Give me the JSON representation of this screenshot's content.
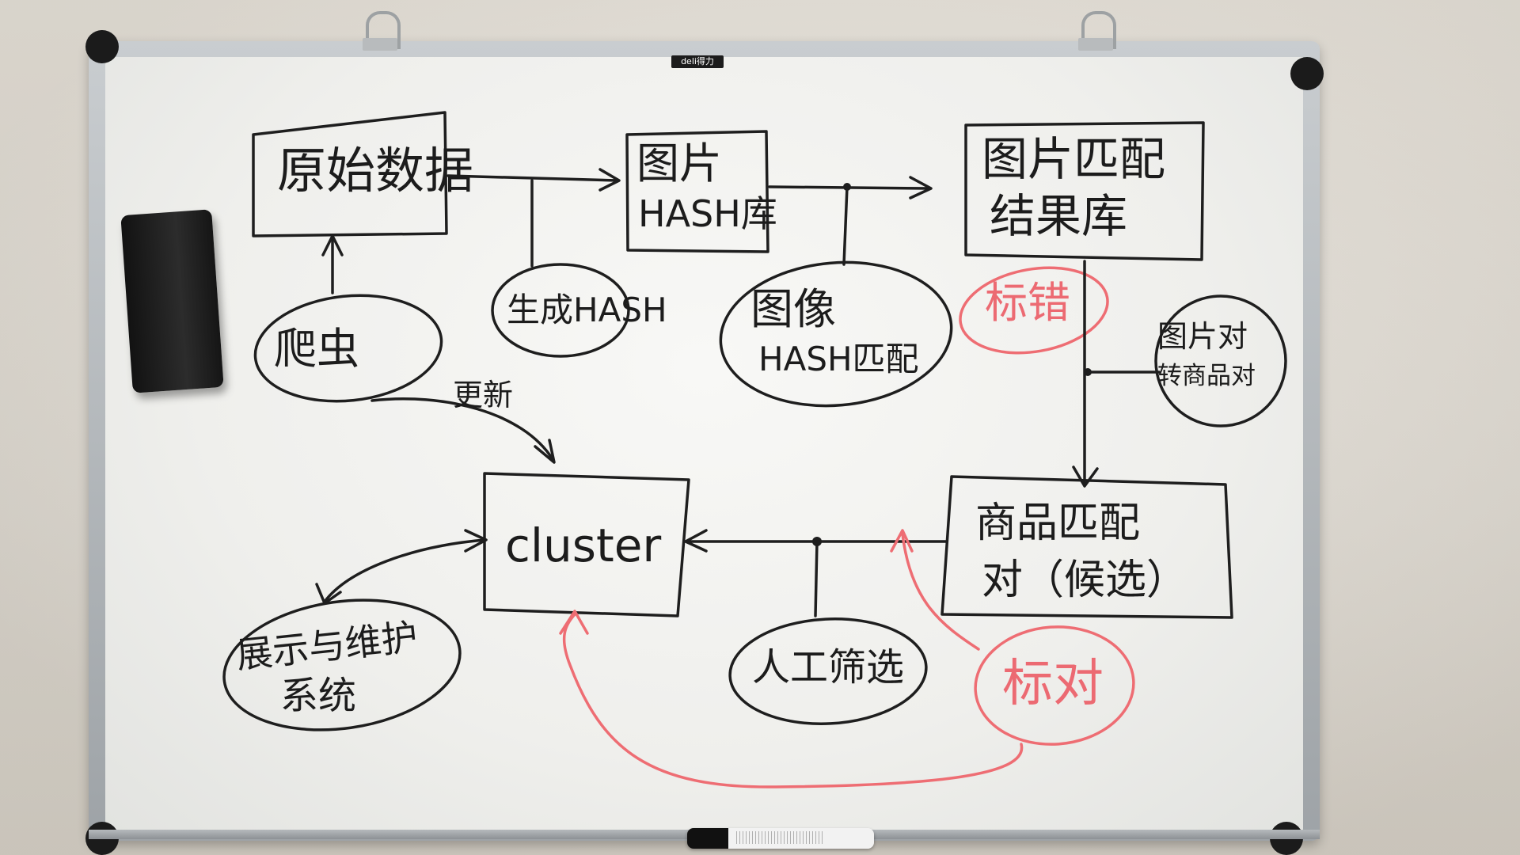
{
  "board": {
    "brand": "deli得力"
  },
  "nodes": {
    "raw_data": "原始数据",
    "image_hash_lib_line1": "图片",
    "image_hash_lib_line2": "HASH库",
    "match_result_lib_line1": "图片匹配",
    "match_result_lib_line2": "结果库",
    "crawler": "爬虫",
    "gen_hash": "生成HASH",
    "image_hash_match_line1": "图像",
    "image_hash_match_line2": "HASH匹配",
    "mark_wrong": "标错",
    "pair_convert_line1": "图片对",
    "pair_convert_line2": "转商品对",
    "update": "更新",
    "cluster": "cluster",
    "candidate_pairs_line1": "商品匹配",
    "candidate_pairs_line2": "对（候选）",
    "display_system_line1": "展示与维护",
    "display_system_line2": "系统",
    "manual_filter": "人工筛选",
    "mark_right": "标对"
  },
  "colors": {
    "ink": "#1e1e1e",
    "red_marker": "#ee6d73",
    "board": "#f3f3f1",
    "frame": "#a9adb0"
  }
}
